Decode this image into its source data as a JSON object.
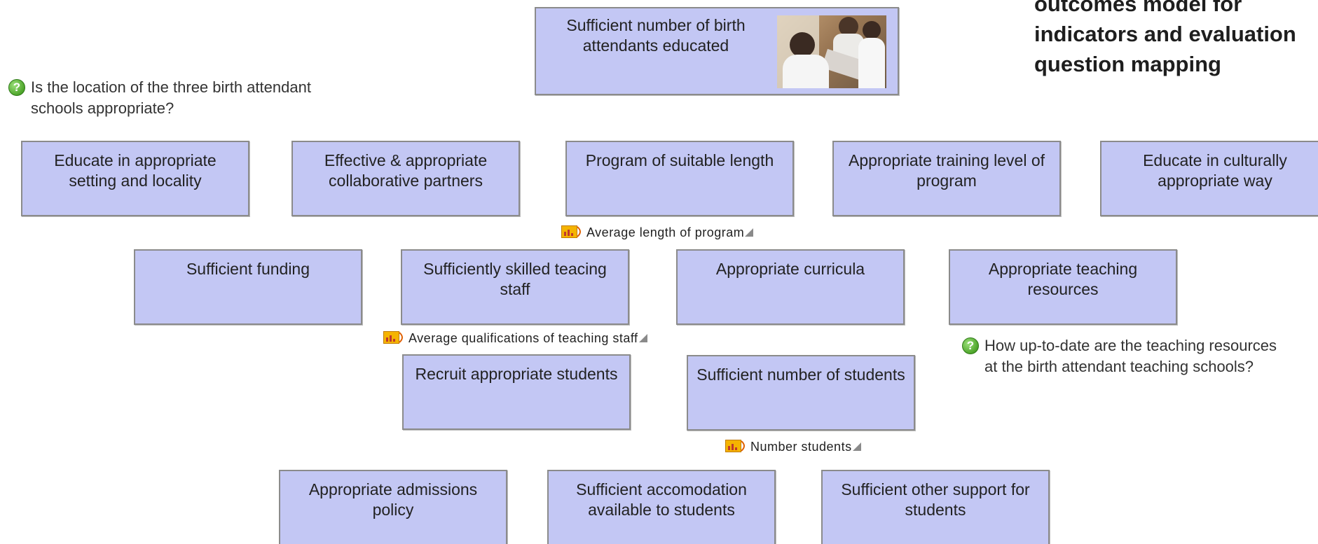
{
  "title": "outcomes model for indicators and evaluation question mapping",
  "top_outcome": {
    "label": "Sufficient number of  birth attendants educated"
  },
  "row1": [
    {
      "label": "Educate in appropriate setting and locality"
    },
    {
      "label": "Effective & appropriate collaborative partners"
    },
    {
      "label": "Program of suitable length"
    },
    {
      "label": "Appropriate training level of program"
    },
    {
      "label": "Educate in culturally appropriate way"
    }
  ],
  "row2": [
    {
      "label": "Sufficient funding"
    },
    {
      "label": "Sufficiently skilled teacing staff"
    },
    {
      "label": "Appropriate curricula"
    },
    {
      "label": "Appropriate teaching resources"
    }
  ],
  "row3": [
    {
      "label": "Recruit appropriate students"
    },
    {
      "label": "Sufficient number of students"
    }
  ],
  "row4": [
    {
      "label": "Appropriate admissions policy"
    },
    {
      "label": "Sufficient accomodation available to students"
    },
    {
      "label": "Sufficient other support for students"
    }
  ],
  "questions": [
    {
      "icon": "question-icon",
      "text": "Is the location of the three birth attendant schools appropriate?"
    },
    {
      "icon": "question-icon",
      "text": "How up-to-date are the teaching resources at the birth attendant teaching schools?"
    }
  ],
  "indicators": [
    {
      "icon": "indicator-chart-icon",
      "text": "Average length of program"
    },
    {
      "icon": "indicator-chart-icon",
      "text": "Average qualifications of teaching staff"
    },
    {
      "icon": "indicator-chart-icon",
      "text": "Number students"
    }
  ],
  "colors": {
    "box_fill": "#c3c7f4",
    "box_border": "#8b8b8b",
    "question_icon": "#4ea52b",
    "indicator_icon": "#f0a500"
  }
}
